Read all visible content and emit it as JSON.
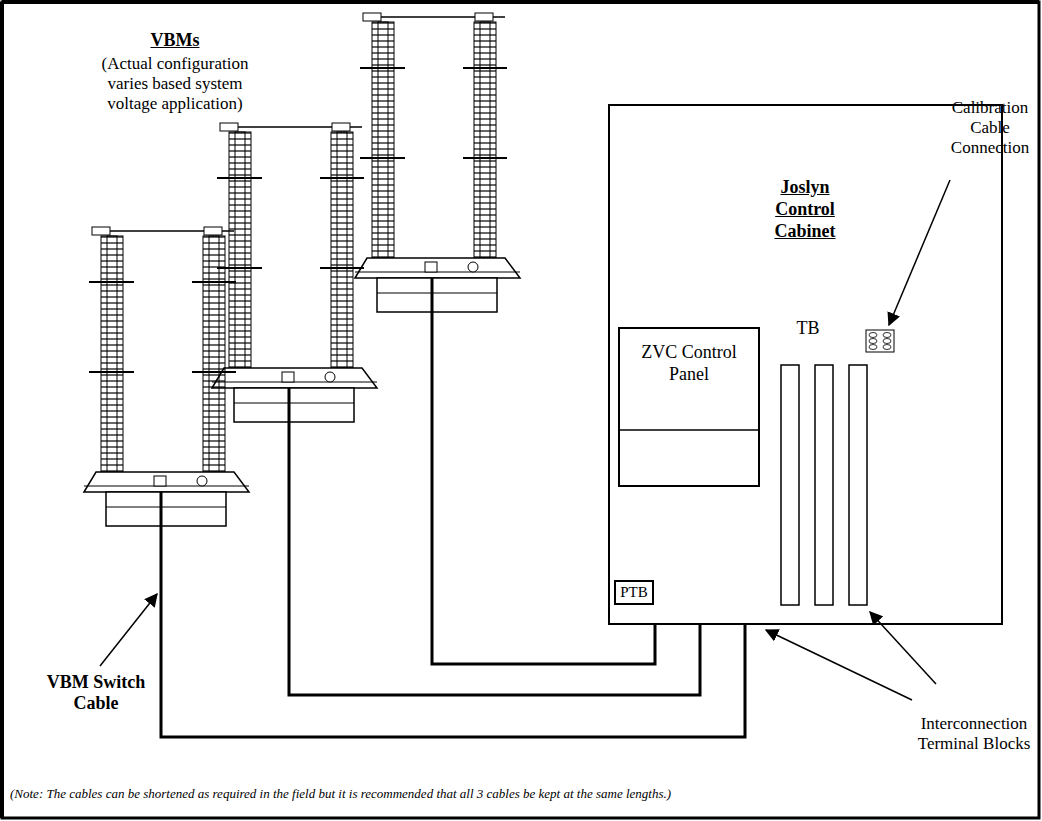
{
  "diagram": {
    "nodes": [
      {
        "text": [
          "Joslyn Control Cabinet"
        ]
      },
      {
        "text": [
          "ZVC Control Panel"
        ],
        "in": 0
      },
      {
        "text": [
          "PTB"
        ],
        "in": 0
      }
    ],
    "labels": [
      "VBMs",
      "(Actual configuration varies based system voltage application)",
      "TB",
      "Calibration Cable Connection",
      "Interconnection Terminal Blocks",
      "VBM Switch Cable",
      "(Note: The cables can be shortened as required in the field but it is recommended that all 3 cables be kept at the same lengths.)"
    ]
  }
}
